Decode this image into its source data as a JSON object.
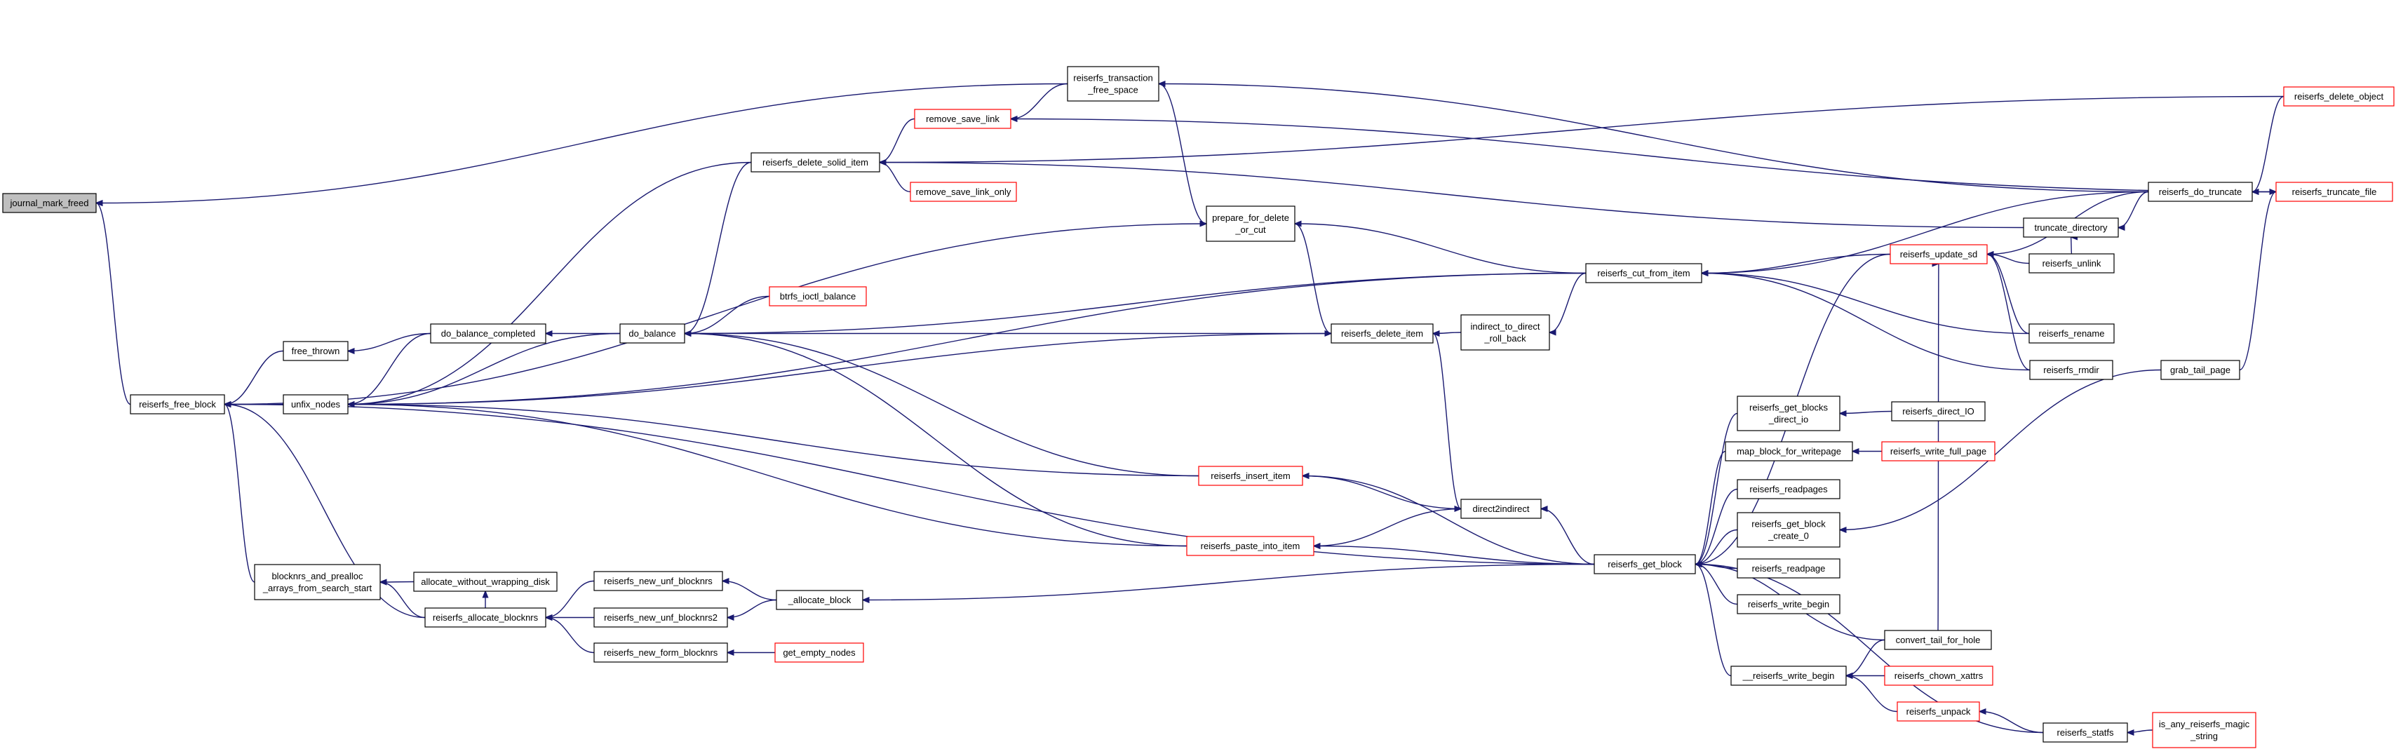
{
  "nodes": [
    {
      "id": "journal_mark_freed",
      "lines": [
        "journal_mark_freed"
      ],
      "style": "root"
    },
    {
      "id": "reiserfs_free_block",
      "lines": [
        "reiserfs_free_block"
      ],
      "style": "normal"
    },
    {
      "id": "free_thrown",
      "lines": [
        "free_thrown"
      ],
      "style": "normal"
    },
    {
      "id": "unfix_nodes",
      "lines": [
        "unfix_nodes"
      ],
      "style": "normal"
    },
    {
      "id": "blocknrs_and_prealloc",
      "lines": [
        "blocknrs_and_prealloc",
        "_arrays_from_search_start"
      ],
      "style": "normal"
    },
    {
      "id": "reiserfs_allocate_blocknrs",
      "lines": [
        "reiserfs_allocate_blocknrs"
      ],
      "style": "normal"
    },
    {
      "id": "allocate_without_wrapping_disk",
      "lines": [
        "allocate_without_wrapping_disk"
      ],
      "style": "normal"
    },
    {
      "id": "do_balance_completed",
      "lines": [
        "do_balance_completed"
      ],
      "style": "normal"
    },
    {
      "id": "reiserfs_new_unf_blocknrs",
      "lines": [
        "reiserfs_new_unf_blocknrs"
      ],
      "style": "normal"
    },
    {
      "id": "reiserfs_new_unf_blocknrs2",
      "lines": [
        "reiserfs_new_unf_blocknrs2"
      ],
      "style": "normal"
    },
    {
      "id": "reiserfs_new_form_blocknrs",
      "lines": [
        "reiserfs_new_form_blocknrs"
      ],
      "style": "normal"
    },
    {
      "id": "do_balance",
      "lines": [
        "do_balance"
      ],
      "style": "normal"
    },
    {
      "id": "reiserfs_delete_solid_item",
      "lines": [
        "reiserfs_delete_solid_item"
      ],
      "style": "normal"
    },
    {
      "id": "btrfs_ioctl_balance",
      "lines": [
        "btrfs_ioctl_balance"
      ],
      "style": "red"
    },
    {
      "id": "allocate_block",
      "lines": [
        "_allocate_block"
      ],
      "style": "normal"
    },
    {
      "id": "get_empty_nodes",
      "lines": [
        "get_empty_nodes"
      ],
      "style": "red"
    },
    {
      "id": "remove_save_link",
      "lines": [
        "remove_save_link"
      ],
      "style": "red"
    },
    {
      "id": "remove_save_link_only",
      "lines": [
        "remove_save_link_only"
      ],
      "style": "red"
    },
    {
      "id": "reiserfs_insert_item",
      "lines": [
        "reiserfs_insert_item"
      ],
      "style": "red"
    },
    {
      "id": "reiserfs_paste_into_item",
      "lines": [
        "reiserfs_paste_into_item"
      ],
      "style": "red"
    },
    {
      "id": "reiserfs_transaction_free_space",
      "lines": [
        "reiserfs_transaction",
        "_free_space"
      ],
      "style": "normal"
    },
    {
      "id": "prepare_for_delete_or_cut",
      "lines": [
        "prepare_for_delete",
        "_or_cut"
      ],
      "style": "normal"
    },
    {
      "id": "reiserfs_delete_item",
      "lines": [
        "reiserfs_delete_item"
      ],
      "style": "normal"
    },
    {
      "id": "direct2indirect",
      "lines": [
        "direct2indirect"
      ],
      "style": "normal"
    },
    {
      "id": "indirect_to_direct_roll_back",
      "lines": [
        "indirect_to_direct",
        "_roll_back"
      ],
      "style": "normal"
    },
    {
      "id": "reiserfs_cut_from_item",
      "lines": [
        "reiserfs_cut_from_item"
      ],
      "style": "normal"
    },
    {
      "id": "reiserfs_get_block",
      "lines": [
        "reiserfs_get_block"
      ],
      "style": "normal"
    },
    {
      "id": "reiserfs_get_blocks_direct_io",
      "lines": [
        "reiserfs_get_blocks",
        "_direct_io"
      ],
      "style": "normal"
    },
    {
      "id": "map_block_for_writepage",
      "lines": [
        "map_block_for_writepage"
      ],
      "style": "normal"
    },
    {
      "id": "reiserfs_readpages",
      "lines": [
        "reiserfs_readpages"
      ],
      "style": "normal"
    },
    {
      "id": "reiserfs_get_block_create_0",
      "lines": [
        "reiserfs_get_block",
        "_create_0"
      ],
      "style": "normal"
    },
    {
      "id": "reiserfs_readpage",
      "lines": [
        "reiserfs_readpage"
      ],
      "style": "normal"
    },
    {
      "id": "reiserfs_write_begin",
      "lines": [
        "reiserfs_write_begin"
      ],
      "style": "normal"
    },
    {
      "id": "__reiserfs_write_begin",
      "lines": [
        "__reiserfs_write_begin"
      ],
      "style": "normal"
    },
    {
      "id": "reiserfs_update_sd",
      "lines": [
        "reiserfs_update_sd"
      ],
      "style": "red"
    },
    {
      "id": "reiserfs_direct_IO",
      "lines": [
        "reiserfs_direct_IO"
      ],
      "style": "normal"
    },
    {
      "id": "reiserfs_write_full_page",
      "lines": [
        "reiserfs_write_full_page"
      ],
      "style": "red"
    },
    {
      "id": "convert_tail_for_hole",
      "lines": [
        "convert_tail_for_hole"
      ],
      "style": "normal"
    },
    {
      "id": "reiserfs_chown_xattrs",
      "lines": [
        "reiserfs_chown_xattrs"
      ],
      "style": "red"
    },
    {
      "id": "reiserfs_unpack",
      "lines": [
        "reiserfs_unpack"
      ],
      "style": "red"
    },
    {
      "id": "truncate_directory",
      "lines": [
        "truncate_directory"
      ],
      "style": "normal"
    },
    {
      "id": "reiserfs_unlink",
      "lines": [
        "reiserfs_unlink"
      ],
      "style": "normal"
    },
    {
      "id": "reiserfs_rename",
      "lines": [
        "reiserfs_rename"
      ],
      "style": "normal"
    },
    {
      "id": "reiserfs_rmdir",
      "lines": [
        "reiserfs_rmdir"
      ],
      "style": "normal"
    },
    {
      "id": "reiserfs_do_truncate",
      "lines": [
        "reiserfs_do_truncate"
      ],
      "style": "normal"
    },
    {
      "id": "grab_tail_page",
      "lines": [
        "grab_tail_page"
      ],
      "style": "normal"
    },
    {
      "id": "reiserfs_statfs",
      "lines": [
        "reiserfs_statfs"
      ],
      "style": "normal"
    },
    {
      "id": "reiserfs_delete_object",
      "lines": [
        "reiserfs_delete_object"
      ],
      "style": "red"
    },
    {
      "id": "reiserfs_truncate_file",
      "lines": [
        "reiserfs_truncate_file"
      ],
      "style": "red"
    },
    {
      "id": "is_any_reiserfs_magic_string",
      "lines": [
        "is_any_reiserfs_magic",
        "_string"
      ],
      "style": "red"
    }
  ],
  "edges": [
    [
      "reiserfs_free_block",
      "journal_mark_freed"
    ],
    [
      "reiserfs_transaction_free_space",
      "journal_mark_freed"
    ],
    [
      "free_thrown",
      "reiserfs_free_block"
    ],
    [
      "unfix_nodes",
      "reiserfs_free_block"
    ],
    [
      "blocknrs_and_prealloc",
      "reiserfs_free_block"
    ],
    [
      "reiserfs_allocate_blocknrs",
      "reiserfs_free_block"
    ],
    [
      "prepare_for_delete_or_cut",
      "reiserfs_free_block"
    ],
    [
      "reiserfs_get_block",
      "reiserfs_free_block"
    ],
    [
      "do_balance_completed",
      "free_thrown"
    ],
    [
      "do_balance_completed",
      "unfix_nodes"
    ],
    [
      "do_balance",
      "unfix_nodes"
    ],
    [
      "reiserfs_delete_solid_item",
      "unfix_nodes"
    ],
    [
      "reiserfs_delete_item",
      "unfix_nodes"
    ],
    [
      "reiserfs_cut_from_item",
      "unfix_nodes"
    ],
    [
      "reiserfs_insert_item",
      "unfix_nodes"
    ],
    [
      "reiserfs_paste_into_item",
      "unfix_nodes"
    ],
    [
      "allocate_without_wrapping_disk",
      "blocknrs_and_prealloc"
    ],
    [
      "reiserfs_allocate_blocknrs",
      "blocknrs_and_prealloc"
    ],
    [
      "reiserfs_allocate_blocknrs",
      "allocate_without_wrapping_disk"
    ],
    [
      "reiserfs_new_unf_blocknrs",
      "reiserfs_allocate_blocknrs"
    ],
    [
      "reiserfs_new_unf_blocknrs2",
      "reiserfs_allocate_blocknrs"
    ],
    [
      "reiserfs_new_form_blocknrs",
      "reiserfs_allocate_blocknrs"
    ],
    [
      "do_balance",
      "do_balance_completed"
    ],
    [
      "allocate_block",
      "reiserfs_new_unf_blocknrs"
    ],
    [
      "allocate_block",
      "reiserfs_new_unf_blocknrs2"
    ],
    [
      "get_empty_nodes",
      "reiserfs_new_form_blocknrs"
    ],
    [
      "btrfs_ioctl_balance",
      "do_balance"
    ],
    [
      "reiserfs_delete_item",
      "do_balance"
    ],
    [
      "reiserfs_cut_from_item",
      "do_balance"
    ],
    [
      "reiserfs_insert_item",
      "do_balance"
    ],
    [
      "reiserfs_paste_into_item",
      "do_balance"
    ],
    [
      "reiserfs_delete_solid_item",
      "do_balance"
    ],
    [
      "remove_save_link",
      "reiserfs_delete_solid_item"
    ],
    [
      "remove_save_link_only",
      "reiserfs_delete_solid_item"
    ],
    [
      "reiserfs_delete_object",
      "reiserfs_delete_solid_item"
    ],
    [
      "truncate_directory",
      "reiserfs_delete_solid_item"
    ],
    [
      "reiserfs_get_block",
      "allocate_block"
    ],
    [
      "reiserfs_transaction_free_space",
      "remove_save_link"
    ],
    [
      "reiserfs_truncate_file",
      "remove_save_link"
    ],
    [
      "direct2indirect",
      "reiserfs_insert_item"
    ],
    [
      "reiserfs_get_block",
      "reiserfs_insert_item"
    ],
    [
      "direct2indirect",
      "reiserfs_paste_into_item"
    ],
    [
      "reiserfs_get_block",
      "reiserfs_paste_into_item"
    ],
    [
      "reiserfs_do_truncate",
      "reiserfs_transaction_free_space"
    ],
    [
      "reiserfs_transaction_free_space",
      "prepare_for_delete_or_cut"
    ],
    [
      "reiserfs_cut_from_item",
      "prepare_for_delete_or_cut"
    ],
    [
      "prepare_for_delete_or_cut",
      "reiserfs_delete_item"
    ],
    [
      "indirect_to_direct_roll_back",
      "reiserfs_delete_item"
    ],
    [
      "reiserfs_delete_item",
      "direct2indirect"
    ],
    [
      "reiserfs_get_block",
      "direct2indirect"
    ],
    [
      "reiserfs_cut_from_item",
      "indirect_to_direct_roll_back"
    ],
    [
      "reiserfs_do_truncate",
      "reiserfs_cut_from_item"
    ],
    [
      "reiserfs_update_sd",
      "reiserfs_cut_from_item"
    ],
    [
      "reiserfs_rename",
      "reiserfs_cut_from_item"
    ],
    [
      "reiserfs_rmdir",
      "reiserfs_cut_from_item"
    ],
    [
      "reiserfs_get_blocks_direct_io",
      "reiserfs_get_block"
    ],
    [
      "map_block_for_writepage",
      "reiserfs_get_block"
    ],
    [
      "reiserfs_readpages",
      "reiserfs_get_block"
    ],
    [
      "reiserfs_get_block_create_0",
      "reiserfs_get_block"
    ],
    [
      "reiserfs_readpage",
      "reiserfs_get_block"
    ],
    [
      "reiserfs_write_begin",
      "reiserfs_get_block"
    ],
    [
      "__reiserfs_write_begin",
      "reiserfs_get_block"
    ],
    [
      "convert_tail_for_hole",
      "reiserfs_get_block"
    ],
    [
      "reiserfs_statfs",
      "reiserfs_get_block"
    ],
    [
      "reiserfs_update_sd",
      "reiserfs_get_block"
    ],
    [
      "reiserfs_direct_IO",
      "reiserfs_get_blocks_direct_io"
    ],
    [
      "reiserfs_write_full_page",
      "map_block_for_writepage"
    ],
    [
      "grab_tail_page",
      "reiserfs_get_block_create_0"
    ],
    [
      "convert_tail_for_hole",
      "__reiserfs_write_begin"
    ],
    [
      "reiserfs_chown_xattrs",
      "__reiserfs_write_begin"
    ],
    [
      "reiserfs_unpack",
      "__reiserfs_write_begin"
    ],
    [
      "convert_tail_for_hole",
      "reiserfs_update_sd"
    ],
    [
      "reiserfs_unlink",
      "reiserfs_update_sd"
    ],
    [
      "reiserfs_rename",
      "reiserfs_update_sd"
    ],
    [
      "reiserfs_rmdir",
      "reiserfs_update_sd"
    ],
    [
      "reiserfs_do_truncate",
      "reiserfs_update_sd"
    ],
    [
      "reiserfs_do_truncate",
      "truncate_directory"
    ],
    [
      "reiserfs_unlink",
      "truncate_directory"
    ],
    [
      "reiserfs_statfs",
      "reiserfs_unpack"
    ],
    [
      "reiserfs_delete_object",
      "reiserfs_do_truncate"
    ],
    [
      "reiserfs_truncate_file",
      "reiserfs_do_truncate"
    ],
    [
      "grab_tail_page",
      "reiserfs_truncate_file"
    ],
    [
      "is_any_reiserfs_magic_string",
      "reiserfs_statfs"
    ]
  ]
}
